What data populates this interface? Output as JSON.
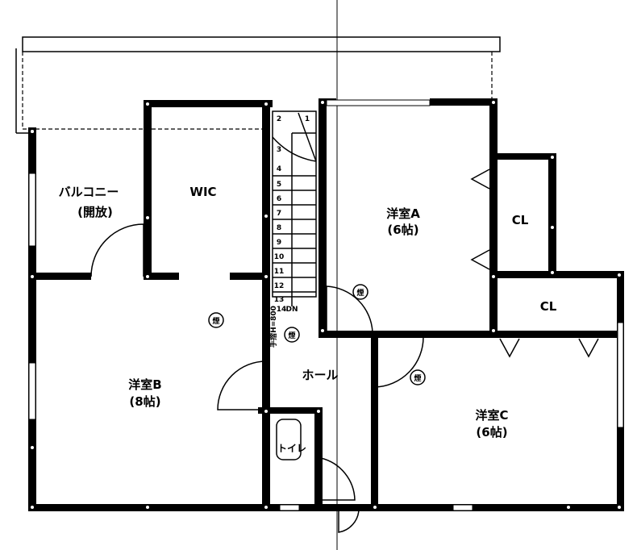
{
  "plan": {
    "rooms": {
      "balcony": {
        "name": "バルコニー",
        "note": "(開放)"
      },
      "wic": {
        "name": "WIC"
      },
      "room_a": {
        "name": "洋室A",
        "size": "(6帖)"
      },
      "closet_a": {
        "name": "CL"
      },
      "closet_c": {
        "name": "CL"
      },
      "room_b": {
        "name": "洋室B",
        "size": "(8帖)"
      },
      "hall": {
        "name": "ホール"
      },
      "toilet": {
        "name": "トイレ"
      },
      "room_c": {
        "name": "洋室C",
        "size": "(6帖)"
      }
    },
    "smoke_detector": "煙",
    "stairs": {
      "steps": [
        "1",
        "2",
        "3",
        "4",
        "5",
        "6",
        "7",
        "8",
        "9",
        "10",
        "11",
        "12",
        "13",
        "14"
      ],
      "direction": "DN",
      "handrail": "手摺H=800"
    }
  }
}
